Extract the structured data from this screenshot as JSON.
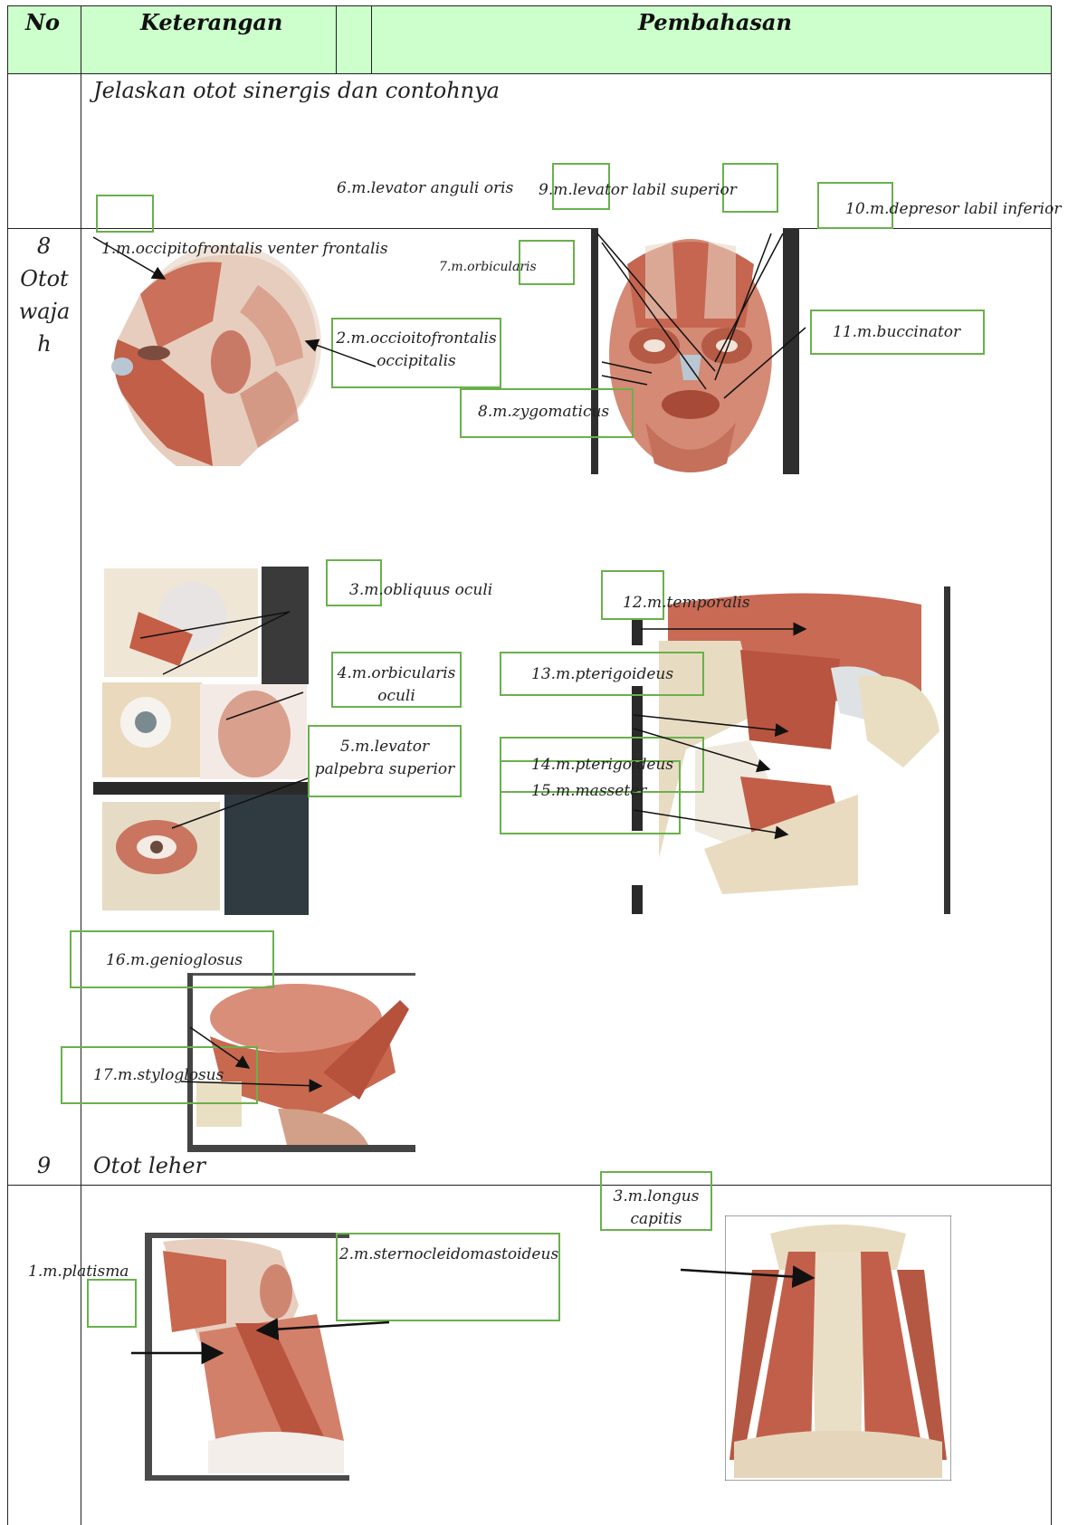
{
  "header": {
    "col_no": "No",
    "col_keterangan": "Keterangan",
    "col_pembahasan": "Pembahasan"
  },
  "question": "Jelaskan otot sinergis dan contohnya",
  "rows": [
    {
      "no": "8",
      "name": "Otot wajah"
    },
    {
      "no": "9",
      "name": "Otot leher"
    }
  ],
  "labels": {
    "l1": "1.m.occipitofrontalis venter frontalis",
    "l2": "2.m.occioitofrontalis occipitalis",
    "l3": "3.m.obliquus oculi",
    "l4": "4.m.orbicularis oculi",
    "l5": "5.m.levator palpebra superior",
    "l6": "6.m.levator anguli oris",
    "l7": "7.m.orbicularis",
    "l8": "8.m.zygomaticus",
    "l9": "9.m.levator labil superior",
    "l10": "10.m.depresor labil inferior",
    "l11": "11.m.buccinator",
    "l12": "12.m.temporalis",
    "l13": "13.m.pterigoideus",
    "l14": "14.m.pterigoideus",
    "l15": "15.m.masseter",
    "l16": "16.m.genioglosus",
    "l17": "17.m.styloglosus",
    "n1": "1.m.platisma",
    "n2": "2.m.sternocleidomastoideus",
    "n3": "3.m.longus capitis"
  },
  "colors": {
    "header_bg": "#ccffcc",
    "box_border": "#6ab04c",
    "muscle": "#c96a52",
    "skin": "#e8c9b4",
    "bone": "#e9dcc0"
  },
  "icons": [
    "head-lateral-image",
    "face-frontal-image",
    "eye-muscles-image",
    "jaw-muscles-image",
    "tongue-muscles-image",
    "neck-lateral-image",
    "neck-anterior-image"
  ]
}
